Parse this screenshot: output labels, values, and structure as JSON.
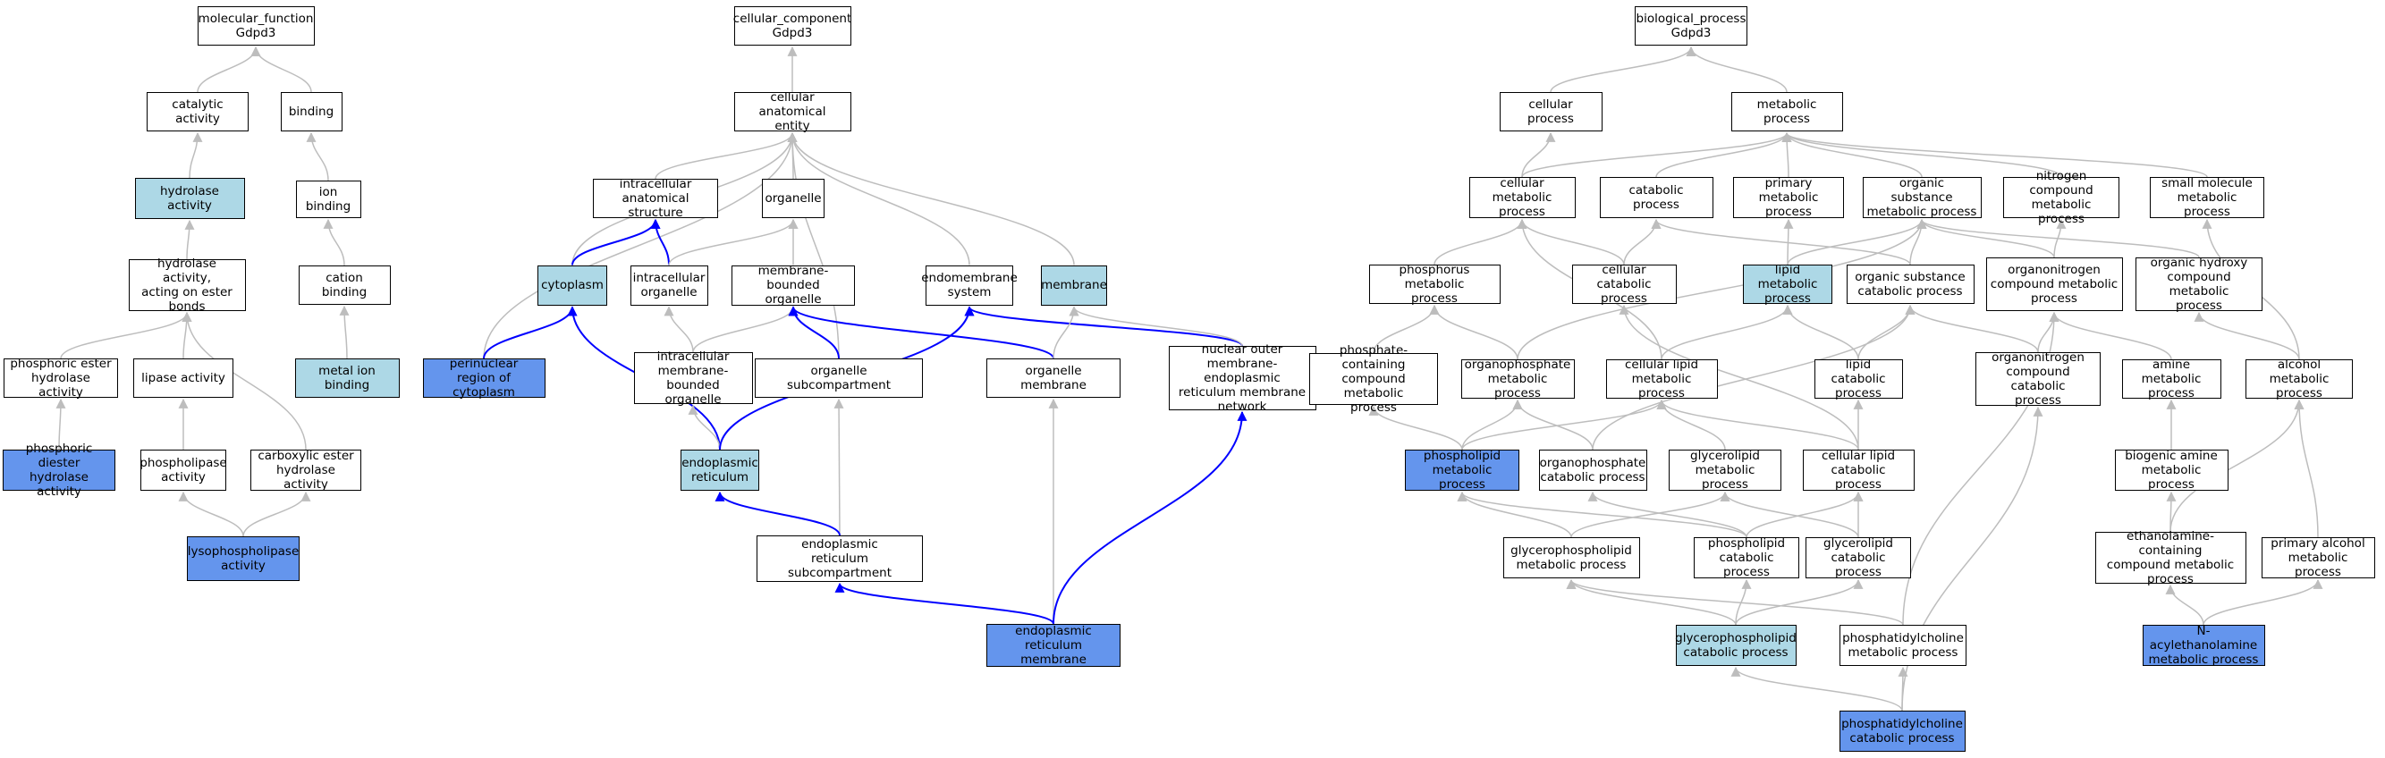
{
  "colors": {
    "node_default": "#ffffff",
    "node_light": "#add8e6",
    "node_mid": "#6495ed",
    "edge_gray": "#bdbdbd",
    "edge_blue": "#0000ff"
  },
  "nodes": [
    {
      "id": "mf_root",
      "label": "molecular_function\nGdpd3",
      "fill": "white"
    },
    {
      "id": "catalytic_activity",
      "label": "catalytic activity",
      "fill": "white"
    },
    {
      "id": "binding",
      "label": "binding",
      "fill": "white"
    },
    {
      "id": "hydrolase_activity",
      "label": "hydrolase activity",
      "fill": "light"
    },
    {
      "id": "ion_binding",
      "label": "ion binding",
      "fill": "white"
    },
    {
      "id": "hydrolase_ester",
      "label": "hydrolase activity,\nacting on ester\nbonds",
      "fill": "white"
    },
    {
      "id": "cation_binding",
      "label": "cation binding",
      "fill": "white"
    },
    {
      "id": "phosphoric_ester",
      "label": "phosphoric ester\nhydrolase activity",
      "fill": "white"
    },
    {
      "id": "lipase_activity",
      "label": "lipase activity",
      "fill": "white"
    },
    {
      "id": "metal_ion_binding",
      "label": "metal ion binding",
      "fill": "light"
    },
    {
      "id": "phosphoric_diester",
      "label": "phosphoric diester\nhydrolase activity",
      "fill": "mid"
    },
    {
      "id": "phospholipase",
      "label": "phospholipase\nactivity",
      "fill": "white"
    },
    {
      "id": "carboxylic_ester",
      "label": "carboxylic ester\nhydrolase activity",
      "fill": "white"
    },
    {
      "id": "lysophospholipase",
      "label": "lysophospholipase\nactivity",
      "fill": "mid"
    },
    {
      "id": "cc_root",
      "label": "cellular_component\nGdpd3",
      "fill": "white"
    },
    {
      "id": "cae",
      "label": "cellular anatomical\nentity",
      "fill": "white"
    },
    {
      "id": "ias",
      "label": "intracellular\nanatomical structure",
      "fill": "white"
    },
    {
      "id": "organelle",
      "label": "organelle",
      "fill": "white"
    },
    {
      "id": "cytoplasm",
      "label": "cytoplasm",
      "fill": "light"
    },
    {
      "id": "intra_org",
      "label": "intracellular\norganelle",
      "fill": "white"
    },
    {
      "id": "mbo",
      "label": "membrane-bounded\norganelle",
      "fill": "white"
    },
    {
      "id": "endomembrane",
      "label": "endomembrane\nsystem",
      "fill": "white"
    },
    {
      "id": "membrane",
      "label": "membrane",
      "fill": "light"
    },
    {
      "id": "perinuclear",
      "label": "perinuclear\nregion of cytoplasm",
      "fill": "mid"
    },
    {
      "id": "imbo",
      "label": "intracellular\nmembrane-bounded\norganelle",
      "fill": "white"
    },
    {
      "id": "org_subcomp",
      "label": "organelle subcompartment",
      "fill": "white"
    },
    {
      "id": "org_membrane",
      "label": "organelle membrane",
      "fill": "white"
    },
    {
      "id": "nuclear_outer",
      "label": "nuclear outer\nmembrane-endoplasmic\nreticulum membrane\nnetwork",
      "fill": "white"
    },
    {
      "id": "er",
      "label": "endoplasmic\nreticulum",
      "fill": "light"
    },
    {
      "id": "er_subcomp",
      "label": "endoplasmic\nreticulum subcompartment",
      "fill": "white"
    },
    {
      "id": "er_membrane",
      "label": "endoplasmic\nreticulum membrane",
      "fill": "mid"
    },
    {
      "id": "bp_root",
      "label": "biological_process\nGdpd3",
      "fill": "white"
    },
    {
      "id": "cellular_process",
      "label": "cellular process",
      "fill": "white"
    },
    {
      "id": "metabolic_process",
      "label": "metabolic process",
      "fill": "white"
    },
    {
      "id": "cell_metab",
      "label": "cellular metabolic\nprocess",
      "fill": "white"
    },
    {
      "id": "catabolic",
      "label": "catabolic process",
      "fill": "white"
    },
    {
      "id": "primary_metab",
      "label": "primary metabolic\nprocess",
      "fill": "white"
    },
    {
      "id": "org_sub_metab",
      "label": "organic substance\nmetabolic process",
      "fill": "white"
    },
    {
      "id": "nitrogen_metab",
      "label": "nitrogen compound\nmetabolic process",
      "fill": "white"
    },
    {
      "id": "small_mol",
      "label": "small molecule\nmetabolic process",
      "fill": "white"
    },
    {
      "id": "phosphorus_metab",
      "label": "phosphorus metabolic\nprocess",
      "fill": "white"
    },
    {
      "id": "cell_catab",
      "label": "cellular catabolic\nprocess",
      "fill": "white"
    },
    {
      "id": "lipid_metab",
      "label": "lipid metabolic\nprocess",
      "fill": "light"
    },
    {
      "id": "org_sub_catab",
      "label": "organic substance\ncatabolic process",
      "fill": "white"
    },
    {
      "id": "orgn_metab",
      "label": "organonitrogen\ncompound metabolic\nprocess",
      "fill": "white"
    },
    {
      "id": "org_hydroxy",
      "label": "organic hydroxy\ncompound metabolic\nprocess",
      "fill": "white"
    },
    {
      "id": "phosphate_containing",
      "label": "phosphate-containing\ncompound metabolic\nprocess",
      "fill": "white"
    },
    {
      "id": "organophosphate_metab",
      "label": "organophosphate\nmetabolic process",
      "fill": "white"
    },
    {
      "id": "cell_lipid_metab",
      "label": "cellular lipid\nmetabolic process",
      "fill": "white"
    },
    {
      "id": "lipid_catab",
      "label": "lipid catabolic\nprocess",
      "fill": "white"
    },
    {
      "id": "orgn_catab",
      "label": "organonitrogen\ncompound catabolic\nprocess",
      "fill": "white"
    },
    {
      "id": "amine_metab",
      "label": "amine metabolic\nprocess",
      "fill": "white"
    },
    {
      "id": "alcohol_metab",
      "label": "alcohol metabolic\nprocess",
      "fill": "white"
    },
    {
      "id": "phospholipid_metab",
      "label": "phospholipid\nmetabolic process",
      "fill": "mid"
    },
    {
      "id": "organophosphate_catab",
      "label": "organophosphate\ncatabolic process",
      "fill": "white"
    },
    {
      "id": "glycerolipid_metab",
      "label": "glycerolipid\nmetabolic process",
      "fill": "white"
    },
    {
      "id": "cell_lipid_catab",
      "label": "cellular lipid\ncatabolic process",
      "fill": "white"
    },
    {
      "id": "biogenic_amine",
      "label": "biogenic amine\nmetabolic process",
      "fill": "white"
    },
    {
      "id": "glycerophospholipid_metab",
      "label": "glycerophospholipid\nmetabolic process",
      "fill": "white"
    },
    {
      "id": "phospholipid_catab",
      "label": "phospholipid\ncatabolic process",
      "fill": "white"
    },
    {
      "id": "glycerolipid_catab",
      "label": "glycerolipid\ncatabolic process",
      "fill": "white"
    },
    {
      "id": "ethanolamine",
      "label": "ethanolamine-containing\ncompound metabolic\nprocess",
      "fill": "white"
    },
    {
      "id": "primary_alcohol",
      "label": "primary alcohol\nmetabolic process",
      "fill": "white"
    },
    {
      "id": "glycerophospholipid_catab",
      "label": "glycerophospholipid\ncatabolic process",
      "fill": "light"
    },
    {
      "id": "pc_metab",
      "label": "phosphatidylcholine\nmetabolic process",
      "fill": "white"
    },
    {
      "id": "nae_metab",
      "label": "N-acylethanolamine\nmetabolic process",
      "fill": "mid"
    },
    {
      "id": "pc_catab",
      "label": "phosphatidylcholine\ncatabolic process",
      "fill": "mid"
    }
  ],
  "edges": [
    {
      "from": "catalytic_activity",
      "to": "mf_root",
      "color": "gray"
    },
    {
      "from": "binding",
      "to": "mf_root",
      "color": "gray"
    },
    {
      "from": "hydrolase_activity",
      "to": "catalytic_activity",
      "color": "gray"
    },
    {
      "from": "ion_binding",
      "to": "binding",
      "color": "gray"
    },
    {
      "from": "hydrolase_ester",
      "to": "hydrolase_activity",
      "color": "gray"
    },
    {
      "from": "cation_binding",
      "to": "ion_binding",
      "color": "gray"
    },
    {
      "from": "phosphoric_ester",
      "to": "hydrolase_ester",
      "color": "gray"
    },
    {
      "from": "lipase_activity",
      "to": "hydrolase_ester",
      "color": "gray"
    },
    {
      "from": "carboxylic_ester",
      "to": "hydrolase_ester",
      "color": "gray"
    },
    {
      "from": "metal_ion_binding",
      "to": "cation_binding",
      "color": "gray"
    },
    {
      "from": "phosphoric_diester",
      "to": "phosphoric_ester",
      "color": "gray"
    },
    {
      "from": "phospholipase",
      "to": "lipase_activity",
      "color": "gray"
    },
    {
      "from": "lysophospholipase",
      "to": "phospholipase",
      "color": "gray"
    },
    {
      "from": "lysophospholipase",
      "to": "carboxylic_ester",
      "color": "gray"
    },
    {
      "from": "cae",
      "to": "cc_root",
      "color": "gray"
    },
    {
      "from": "ias",
      "to": "cae",
      "color": "gray"
    },
    {
      "from": "organelle",
      "to": "cae",
      "color": "gray"
    },
    {
      "from": "cytoplasm",
      "to": "cae",
      "color": "gray"
    },
    {
      "from": "perinuclear",
      "to": "cae",
      "color": "gray"
    },
    {
      "from": "org_subcomp",
      "to": "cae",
      "color": "gray"
    },
    {
      "from": "endomembrane",
      "to": "cae",
      "color": "gray"
    },
    {
      "from": "membrane",
      "to": "cae",
      "color": "gray"
    },
    {
      "from": "cytoplasm",
      "to": "ias",
      "color": "blue"
    },
    {
      "from": "intra_org",
      "to": "ias",
      "color": "blue"
    },
    {
      "from": "intra_org",
      "to": "organelle",
      "color": "gray"
    },
    {
      "from": "mbo",
      "to": "organelle",
      "color": "gray"
    },
    {
      "from": "perinuclear",
      "to": "cytoplasm",
      "color": "blue"
    },
    {
      "from": "er",
      "to": "cytoplasm",
      "color": "blue"
    },
    {
      "from": "imbo",
      "to": "intra_org",
      "color": "gray"
    },
    {
      "from": "imbo",
      "to": "mbo",
      "color": "gray"
    },
    {
      "from": "org_subcomp",
      "to": "mbo",
      "color": "blue"
    },
    {
      "from": "org_membrane",
      "to": "mbo",
      "color": "blue"
    },
    {
      "from": "er",
      "to": "imbo",
      "color": "gray"
    },
    {
      "from": "er",
      "to": "endomembrane",
      "color": "blue"
    },
    {
      "from": "nuclear_outer",
      "to": "endomembrane",
      "color": "blue"
    },
    {
      "from": "nuclear_outer",
      "to": "membrane",
      "color": "gray"
    },
    {
      "from": "org_membrane",
      "to": "membrane",
      "color": "gray"
    },
    {
      "from": "er_subcomp",
      "to": "org_subcomp",
      "color": "gray"
    },
    {
      "from": "er_subcomp",
      "to": "er",
      "color": "blue"
    },
    {
      "from": "er_membrane",
      "to": "er_subcomp",
      "color": "blue"
    },
    {
      "from": "er_membrane",
      "to": "org_membrane",
      "color": "gray"
    },
    {
      "from": "er_membrane",
      "to": "nuclear_outer",
      "color": "blue"
    },
    {
      "from": "cellular_process",
      "to": "bp_root",
      "color": "gray"
    },
    {
      "from": "metabolic_process",
      "to": "bp_root",
      "color": "gray"
    },
    {
      "from": "cell_metab",
      "to": "cellular_process",
      "color": "gray"
    },
    {
      "from": "cell_metab",
      "to": "metabolic_process",
      "color": "gray"
    },
    {
      "from": "catabolic",
      "to": "metabolic_process",
      "color": "gray"
    },
    {
      "from": "primary_metab",
      "to": "metabolic_process",
      "color": "gray"
    },
    {
      "from": "org_sub_metab",
      "to": "metabolic_process",
      "color": "gray"
    },
    {
      "from": "nitrogen_metab",
      "to": "metabolic_process",
      "color": "gray"
    },
    {
      "from": "small_mol",
      "to": "metabolic_process",
      "color": "gray"
    },
    {
      "from": "phosphorus_metab",
      "to": "cell_metab",
      "color": "gray"
    },
    {
      "from": "cell_catab",
      "to": "cell_metab",
      "color": "gray"
    },
    {
      "from": "cell_lipid_metab",
      "to": "cell_metab",
      "color": "gray"
    },
    {
      "from": "cell_catab",
      "to": "catabolic",
      "color": "gray"
    },
    {
      "from": "org_sub_catab",
      "to": "catabolic",
      "color": "gray"
    },
    {
      "from": "lipid_metab",
      "to": "primary_metab",
      "color": "gray"
    },
    {
      "from": "lipid_metab",
      "to": "org_sub_metab",
      "color": "gray"
    },
    {
      "from": "org_sub_catab",
      "to": "org_sub_metab",
      "color": "gray"
    },
    {
      "from": "orgn_metab",
      "to": "org_sub_metab",
      "color": "gray"
    },
    {
      "from": "org_hydroxy",
      "to": "org_sub_metab",
      "color": "gray"
    },
    {
      "from": "organophosphate_metab",
      "to": "org_sub_metab",
      "color": "gray"
    },
    {
      "from": "orgn_metab",
      "to": "nitrogen_metab",
      "color": "gray"
    },
    {
      "from": "alcohol_metab",
      "to": "small_mol",
      "color": "gray"
    },
    {
      "from": "phosphate_containing",
      "to": "phosphorus_metab",
      "color": "gray"
    },
    {
      "from": "organophosphate_metab",
      "to": "phosphorus_metab",
      "color": "gray"
    },
    {
      "from": "cell_lipid_catab",
      "to": "cell_catab",
      "color": "gray"
    },
    {
      "from": "cell_lipid_metab",
      "to": "lipid_metab",
      "color": "gray"
    },
    {
      "from": "lipid_catab",
      "to": "lipid_metab",
      "color": "gray"
    },
    {
      "from": "lipid_catab",
      "to": "org_sub_catab",
      "color": "gray"
    },
    {
      "from": "orgn_catab",
      "to": "org_sub_catab",
      "color": "gray"
    },
    {
      "from": "organophosphate_catab",
      "to": "org_sub_catab",
      "color": "gray"
    },
    {
      "from": "orgn_catab",
      "to": "orgn_metab",
      "color": "gray"
    },
    {
      "from": "amine_metab",
      "to": "orgn_metab",
      "color": "gray"
    },
    {
      "from": "pc_metab",
      "to": "orgn_metab",
      "color": "gray"
    },
    {
      "from": "alcohol_metab",
      "to": "org_hydroxy",
      "color": "gray"
    },
    {
      "from": "phospholipid_metab",
      "to": "phosphate_containing",
      "color": "gray"
    },
    {
      "from": "phospholipid_metab",
      "to": "organophosphate_metab",
      "color": "gray"
    },
    {
      "from": "organophosphate_catab",
      "to": "organophosphate_metab",
      "color": "gray"
    },
    {
      "from": "phospholipid_metab",
      "to": "cell_lipid_metab",
      "color": "gray"
    },
    {
      "from": "glycerolipid_metab",
      "to": "cell_lipid_metab",
      "color": "gray"
    },
    {
      "from": "cell_lipid_catab",
      "to": "cell_lipid_metab",
      "color": "gray"
    },
    {
      "from": "cell_lipid_catab",
      "to": "lipid_catab",
      "color": "gray"
    },
    {
      "from": "pc_catab",
      "to": "orgn_catab",
      "color": "gray"
    },
    {
      "from": "biogenic_amine",
      "to": "amine_metab",
      "color": "gray"
    },
    {
      "from": "ethanolamine",
      "to": "alcohol_metab",
      "color": "gray"
    },
    {
      "from": "primary_alcohol",
      "to": "alcohol_metab",
      "color": "gray"
    },
    {
      "from": "glycerophospholipid_metab",
      "to": "phospholipid_metab",
      "color": "gray"
    },
    {
      "from": "phospholipid_catab",
      "to": "phospholipid_metab",
      "color": "gray"
    },
    {
      "from": "phospholipid_catab",
      "to": "organophosphate_catab",
      "color": "gray"
    },
    {
      "from": "glycerophospholipid_metab",
      "to": "glycerolipid_metab",
      "color": "gray"
    },
    {
      "from": "glycerolipid_catab",
      "to": "glycerolipid_metab",
      "color": "gray"
    },
    {
      "from": "phospholipid_catab",
      "to": "cell_lipid_catab",
      "color": "gray"
    },
    {
      "from": "glycerolipid_catab",
      "to": "cell_lipid_catab",
      "color": "gray"
    },
    {
      "from": "ethanolamine",
      "to": "biogenic_amine",
      "color": "gray"
    },
    {
      "from": "glycerophospholipid_catab",
      "to": "glycerophospholipid_metab",
      "color": "gray"
    },
    {
      "from": "pc_metab",
      "to": "glycerophospholipid_metab",
      "color": "gray"
    },
    {
      "from": "glycerophospholipid_catab",
      "to": "phospholipid_catab",
      "color": "gray"
    },
    {
      "from": "glycerophospholipid_catab",
      "to": "glycerolipid_catab",
      "color": "gray"
    },
    {
      "from": "nae_metab",
      "to": "ethanolamine",
      "color": "gray"
    },
    {
      "from": "nae_metab",
      "to": "primary_alcohol",
      "color": "gray"
    },
    {
      "from": "pc_catab",
      "to": "glycerophospholipid_catab",
      "color": "gray"
    },
    {
      "from": "pc_catab",
      "to": "pc_metab",
      "color": "gray"
    }
  ]
}
